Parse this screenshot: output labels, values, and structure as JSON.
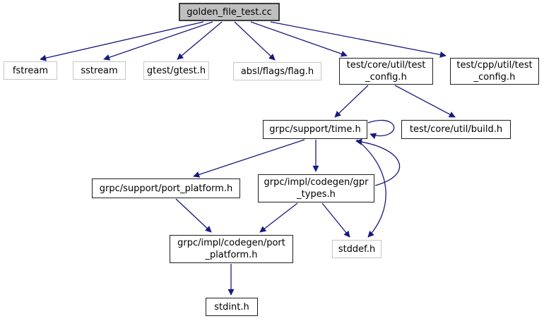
{
  "diagram": {
    "type": "include-dependency-graph",
    "colors": {
      "edge": "#191980",
      "main_node_fill": "#bfbfbf",
      "node_fill": "#ffffff",
      "dark_border": "#1f1f1f",
      "light_border": "#c6c6c6",
      "background": "#ffffff"
    },
    "nodes": [
      {
        "id": "main",
        "label": "golden_file_test.cc",
        "style": "main"
      },
      {
        "id": "fstream",
        "label": "fstream",
        "style": "light"
      },
      {
        "id": "sstream",
        "label": "sstream",
        "style": "light"
      },
      {
        "id": "gtest",
        "label": "gtest/gtest.h",
        "style": "light"
      },
      {
        "id": "absl",
        "label": "absl/flags/flag.h",
        "style": "light"
      },
      {
        "id": "test-core-config",
        "label": "test/core/util/test\n_config.h",
        "style": "dark"
      },
      {
        "id": "test-cpp-config",
        "label": "test/cpp/util/test\n_config.h",
        "style": "dark"
      },
      {
        "id": "time",
        "label": "grpc/support/time.h",
        "style": "dark"
      },
      {
        "id": "build",
        "label": "test/core/util/build.h",
        "style": "dark"
      },
      {
        "id": "support-pp",
        "label": "grpc/support/port_platform.h",
        "style": "dark"
      },
      {
        "id": "gpr-types",
        "label": "grpc/impl/codegen/gpr\n_types.h",
        "style": "dark"
      },
      {
        "id": "codegen-pp",
        "label": "grpc/impl/codegen/port\n_platform.h",
        "style": "dark"
      },
      {
        "id": "stddef",
        "label": "stddef.h",
        "style": "light"
      },
      {
        "id": "stdint",
        "label": "stdint.h",
        "style": "dark"
      }
    ],
    "edges": [
      {
        "from": "main",
        "to": "fstream"
      },
      {
        "from": "main",
        "to": "sstream"
      },
      {
        "from": "main",
        "to": "gtest"
      },
      {
        "from": "main",
        "to": "absl"
      },
      {
        "from": "main",
        "to": "test-core-config"
      },
      {
        "from": "main",
        "to": "test-cpp-config"
      },
      {
        "from": "test-core-config",
        "to": "time"
      },
      {
        "from": "test-core-config",
        "to": "build"
      },
      {
        "from": "time",
        "to": "time"
      },
      {
        "from": "time",
        "to": "support-pp"
      },
      {
        "from": "time",
        "to": "gpr-types"
      },
      {
        "from": "time",
        "to": "stddef"
      },
      {
        "from": "gpr-types",
        "to": "time"
      },
      {
        "from": "gpr-types",
        "to": "codegen-pp"
      },
      {
        "from": "gpr-types",
        "to": "stddef"
      },
      {
        "from": "support-pp",
        "to": "codegen-pp"
      },
      {
        "from": "codegen-pp",
        "to": "stdint"
      }
    ]
  }
}
